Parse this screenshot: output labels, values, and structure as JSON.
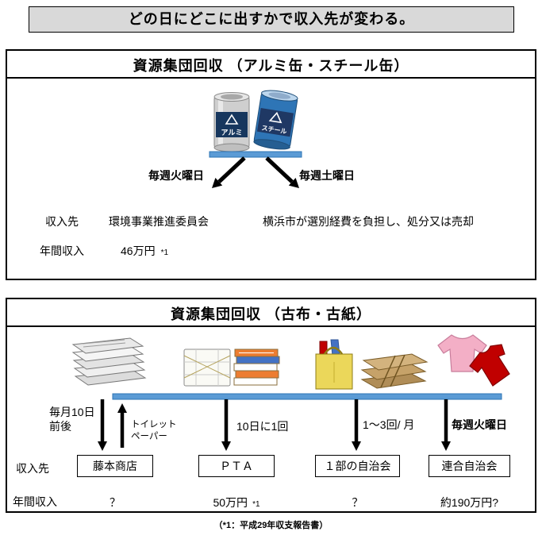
{
  "page": {
    "title": "どの日にどこに出すかで収入先が変わる。",
    "footnote": "（*1：平成29年収支報告書）"
  },
  "section_cans": {
    "title": "資源集団回収 （アルミ缶・スチール缶）",
    "aluminum_can_label": "アルミ",
    "steel_can_label": "スチール",
    "left": {
      "schedule": "毎週火曜日",
      "income_label": "収入先",
      "income_value": "環境事業推進委員会",
      "annual_label": "年間収入",
      "annual_value": "46万円",
      "annual_note": "*1"
    },
    "right": {
      "schedule": "毎週土曜日",
      "description": "横浜市が選別経費を負担し、処分又は売却"
    }
  },
  "section_paper": {
    "title": "資源集団回収 （古布・古紙）",
    "income_label": "収入先",
    "annual_label": "年間収入",
    "columns": [
      {
        "schedule": "毎月10日\n前後",
        "return_label": "トイレット\nペーパー",
        "income": "藤本商店",
        "annual": "？"
      },
      {
        "schedule": "10日に1回",
        "income": "ＰＴＡ",
        "annual": "50万円",
        "annual_note": "*1"
      },
      {
        "schedule": "1～3回/ 月",
        "income": "１部の自治会",
        "annual": "？"
      },
      {
        "schedule": "毎週火曜日",
        "income": "連合自治会",
        "annual": "約190万円?"
      }
    ]
  }
}
